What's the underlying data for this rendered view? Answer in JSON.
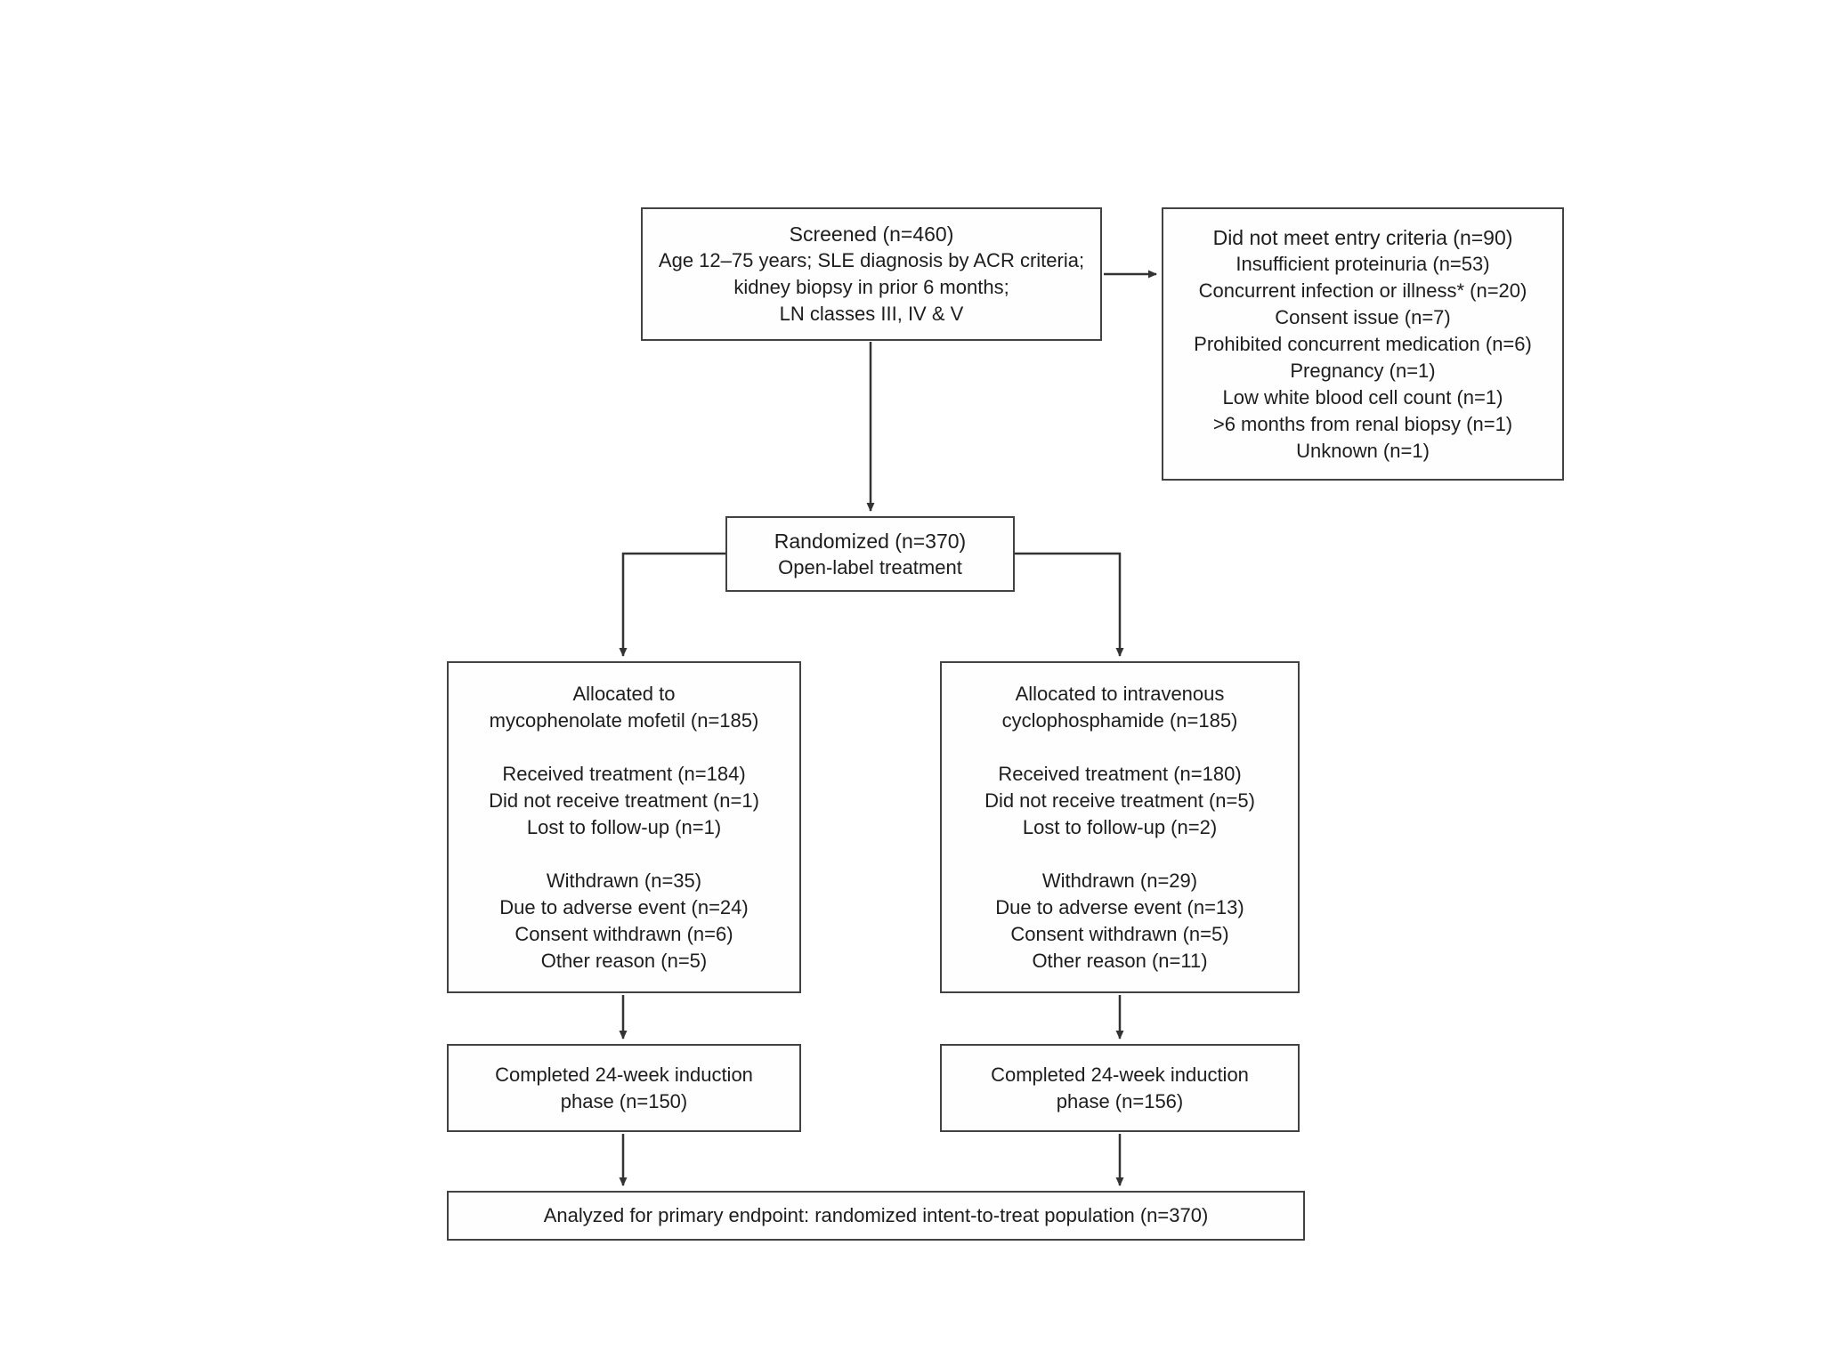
{
  "colors": {
    "background": "#ffffff",
    "box_border": "#424242",
    "connector": "#333333",
    "text": "#1d1d1d"
  },
  "flowchart": {
    "screened": {
      "title": "Screened (n=460)",
      "lines": [
        "Age 12–75 years; SLE diagnosis by ACR criteria;",
        "kidney biopsy in prior 6 months;",
        "LN classes III, IV & V"
      ]
    },
    "not_met": {
      "title": "Did not meet entry criteria (n=90)",
      "lines": [
        "Insufficient proteinuria (n=53)",
        "Concurrent infection or illness* (n=20)",
        "Consent issue (n=7)",
        "Prohibited concurrent medication (n=6)",
        "Pregnancy (n=1)",
        "Low white blood cell count (n=1)",
        ">6 months from renal biopsy (n=1)",
        "Unknown (n=1)"
      ]
    },
    "randomized": {
      "title": "Randomized (n=370)",
      "subtitle": "Open-label treatment"
    },
    "allocated_mmf": {
      "title_lines": [
        "Allocated to",
        "mycophenolate mofetil (n=185)"
      ],
      "treatment_lines": [
        "Received treatment (n=184)",
        "Did not receive treatment (n=1)",
        "Lost to follow-up (n=1)"
      ],
      "withdrawal_lines": [
        "Withdrawn (n=35)",
        "Due to adverse event (n=24)",
        "Consent withdrawn (n=6)",
        "Other reason (n=5)"
      ]
    },
    "allocated_ivc": {
      "title_lines": [
        "Allocated to intravenous",
        "cyclophosphamide (n=185)"
      ],
      "treatment_lines": [
        "Received treatment (n=180)",
        "Did not receive treatment (n=5)",
        "Lost to follow-up (n=2)"
      ],
      "withdrawal_lines": [
        "Withdrawn (n=29)",
        "Due to adverse event (n=13)",
        "Consent withdrawn (n=5)",
        "Other reason (n=11)"
      ]
    },
    "completed_mmf": {
      "lines": [
        "Completed 24-week induction",
        "phase (n=150)"
      ]
    },
    "completed_ivc": {
      "lines": [
        "Completed 24-week induction",
        "phase (n=156)"
      ]
    },
    "analyzed": {
      "text": "Analyzed for primary endpoint: randomized intent-to-treat population (n=370)"
    }
  }
}
